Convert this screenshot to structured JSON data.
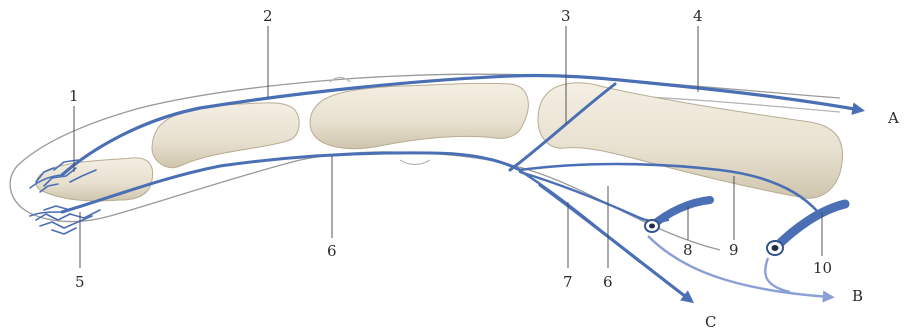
{
  "labels": {
    "n1": "1",
    "n2": "2",
    "n3": "3",
    "n4": "4",
    "n5": "5",
    "n6a": "6",
    "n6b": "6",
    "n7": "7",
    "n8": "8",
    "n9": "9",
    "n10": "10",
    "A": "A",
    "B": "B",
    "C": "C"
  },
  "colors": {
    "vessel": "#4a6fb5",
    "vessel_dark": "#34528f",
    "vessel_light": "#8a9fd6",
    "bone": "#ece6d7",
    "bone_shadow": "#c9bfa6",
    "outline": "#9a9a9a",
    "leader": "#444444"
  }
}
